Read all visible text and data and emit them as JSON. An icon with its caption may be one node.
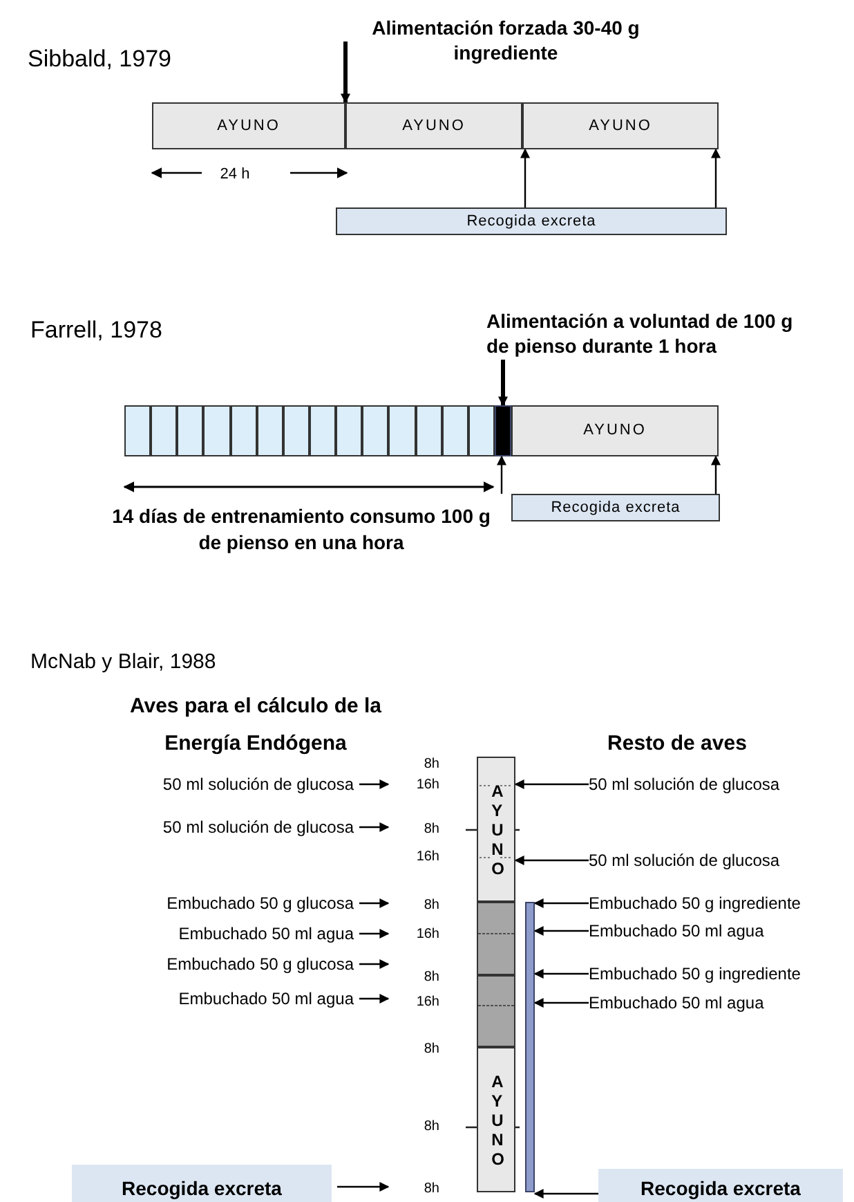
{
  "diagram": {
    "nodes": [
      {
        "text": [
          "AYUNO"
        ]
      },
      {
        "text": [
          "AYUNO"
        ]
      },
      {
        "text": [
          "AYUNO"
        ]
      },
      {
        "text": [
          "Recogida excreta"
        ]
      },
      {
        "text": [],
        "shape": "box"
      },
      {
        "text": [],
        "shape": "box"
      },
      {
        "text": [],
        "shape": "box"
      },
      {
        "text": [],
        "shape": "box"
      },
      {
        "text": [],
        "shape": "box"
      },
      {
        "text": [],
        "shape": "box"
      },
      {
        "text": [],
        "shape": "box"
      },
      {
        "text": [],
        "shape": "box"
      },
      {
        "text": [],
        "shape": "box"
      },
      {
        "text": [],
        "shape": "box"
      },
      {
        "text": [],
        "shape": "box"
      },
      {
        "text": [],
        "shape": "box"
      },
      {
        "text": [],
        "shape": "box"
      },
      {
        "text": [],
        "shape": "box"
      },
      {
        "text": [],
        "shape": "bar"
      },
      {
        "text": [
          "AYUNO"
        ]
      },
      {
        "text": [
          "Recogida excreta"
        ]
      },
      {
        "text": [
          "AYUNO"
        ]
      },
      {
        "text": [],
        "shape": "box"
      },
      {
        "text": [],
        "shape": "box"
      },
      {
        "text": [
          "AYUNO"
        ]
      },
      {
        "text": [],
        "shape": "bar"
      },
      {
        "text": [
          "50 ml solución de glucosa"
        ]
      },
      {
        "text": [
          "50 ml solución de glucosa"
        ]
      },
      {
        "text": [
          "Embuchado 50 g glucosa"
        ]
      },
      {
        "text": [
          "Embuchado 50 ml agua"
        ]
      },
      {
        "text": [
          "Embuchado 50 g glucosa"
        ]
      },
      {
        "text": [
          "Embuchado 50 ml agua"
        ]
      },
      {
        "text": [
          "Recogida excreta"
        ]
      },
      {
        "text": [
          "50 ml solución de glucosa"
        ]
      },
      {
        "text": [
          "50 ml solución de glucosa"
        ]
      },
      {
        "text": [
          "Embuchado 50 g ingrediente"
        ]
      },
      {
        "text": [
          "Embuchado 50 ml agua"
        ]
      },
      {
        "text": [
          "Embuchado 50 g ingrediente"
        ]
      },
      {
        "text": [
          "Embuchado 50 ml agua"
        ]
      },
      {
        "text": [
          "Recogida excreta"
        ]
      },
      {
        "text": [
          "Alimentación a voluntad de 100 g de pienso durante 1 hora"
        ]
      }
    ],
    "edges": [
      {
        "from": null,
        "to": 1,
        "arrow": "to",
        "style": "thick"
      },
      {
        "from": 3,
        "to": 2,
        "arrow": "to"
      },
      {
        "from": 3,
        "to": 2,
        "arrow": "to"
      },
      {
        "from": 40,
        "to": 18,
        "arrow": "to",
        "style": "thick"
      },
      {
        "from": 20,
        "to": 18,
        "arrow": "to"
      },
      {
        "from": 20,
        "to": 19,
        "arrow": "to"
      },
      {
        "from": 26,
        "to": null,
        "arrow": "to"
      },
      {
        "from": 27,
        "to": null,
        "arrow": "to"
      },
      {
        "from": 28,
        "to": null,
        "arrow": "to"
      },
      {
        "from": 29,
        "to": null,
        "arrow": "to"
      },
      {
        "from": 30,
        "to": null,
        "arrow": "to"
      },
      {
        "from": 31,
        "to": null,
        "arrow": "to"
      },
      {
        "from": 32,
        "to": null,
        "arrow": "to"
      },
      {
        "from": 33,
        "to": 21,
        "arrow": "to"
      },
      {
        "from": 34,
        "to": 21,
        "arrow": "to"
      },
      {
        "from": 35,
        "to": 25,
        "arrow": "to"
      },
      {
        "from": 36,
        "to": 25,
        "arrow": "to"
      },
      {
        "from": 37,
        "to": 25,
        "arrow": "to"
      },
      {
        "from": 38,
        "to": 25,
        "arrow": "to"
      },
      {
        "from": 39,
        "to": 25,
        "arrow": "to"
      }
    ],
    "labels": [
      "Sibbald, 1979",
      "Alimentación forzada 30-40 g ingrediente",
      "24 h",
      "Farrell, 1978",
      "14 días de entrenamiento consumo 100 g de pienso en una hora",
      "McNab y Blair, 1988",
      "Aves para el cálculo de la Energía Endógena",
      "Resto de aves",
      "8h",
      "16h",
      "8h",
      "16h",
      "8h",
      "16h",
      "8h",
      "16h",
      "8h",
      "8h",
      "8h"
    ]
  }
}
